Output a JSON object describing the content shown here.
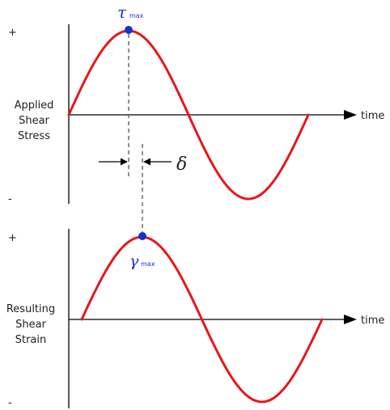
{
  "top_plot": {
    "ylabel": [
      "Applied",
      "Shear",
      "Stress"
    ],
    "plus": "+",
    "minus": "-",
    "time_label": "time",
    "peak_symbol": "τ",
    "peak_subscript": "max"
  },
  "bottom_plot": {
    "ylabel": [
      "Resulting",
      "Shear",
      "Strain"
    ],
    "plus": "+",
    "minus": "-",
    "time_label": "time",
    "peak_symbol": "γ",
    "peak_subscript": "max"
  },
  "phase_lag_symbol": "δ",
  "colors": {
    "wave": "#e8161b",
    "peak_marker": "#1a2fd0",
    "axis": "#000000",
    "dash": "#555555"
  }
}
